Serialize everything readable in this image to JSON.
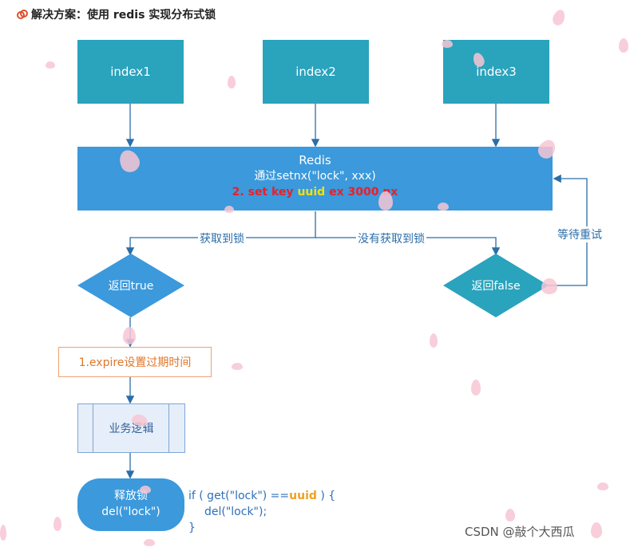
{
  "header": {
    "title": "解决方案：使用 redis 实现分布式锁",
    "icon": "link-icon",
    "icon_color": "#e0502a"
  },
  "nodes": {
    "index1": "index1",
    "index2": "index2",
    "index3": "index3",
    "redis": {
      "title": "Redis",
      "line2": "通过setnx(\"lock\", xxx)",
      "line3_prefix": "2. set key ",
      "line3_highlight": "uuid",
      "line3_suffix": " ex 3000 nx"
    },
    "true_node": "返回true",
    "false_node": "返回false",
    "expire": "1.expire设置过期时间",
    "business": "业务逻辑",
    "release": {
      "line1": "释放锁",
      "line2": "del(\"lock\")"
    }
  },
  "edges": {
    "acquired": "获取到锁",
    "not_acquired": "没有获取到锁",
    "wait_retry": "等待重试"
  },
  "code": {
    "line1_prefix": "if ( get(\"lock\") ==",
    "line1_highlight": "uuid",
    "line1_suffix": " ) {",
    "line2": "del(\"lock\");",
    "line3": "}"
  },
  "colors": {
    "index_fill": "#2aa3bd",
    "redis_fill": "#3b99dc",
    "true_fill": "#3b99dc",
    "false_fill": "#2aa3bd",
    "highlight_red": "#e8202a",
    "highlight_yellow": "#f5e000",
    "arrow": "#2b6ea8",
    "code_highlight": "#f0a020"
  },
  "watermark": "CSDN @敲个大西瓜"
}
